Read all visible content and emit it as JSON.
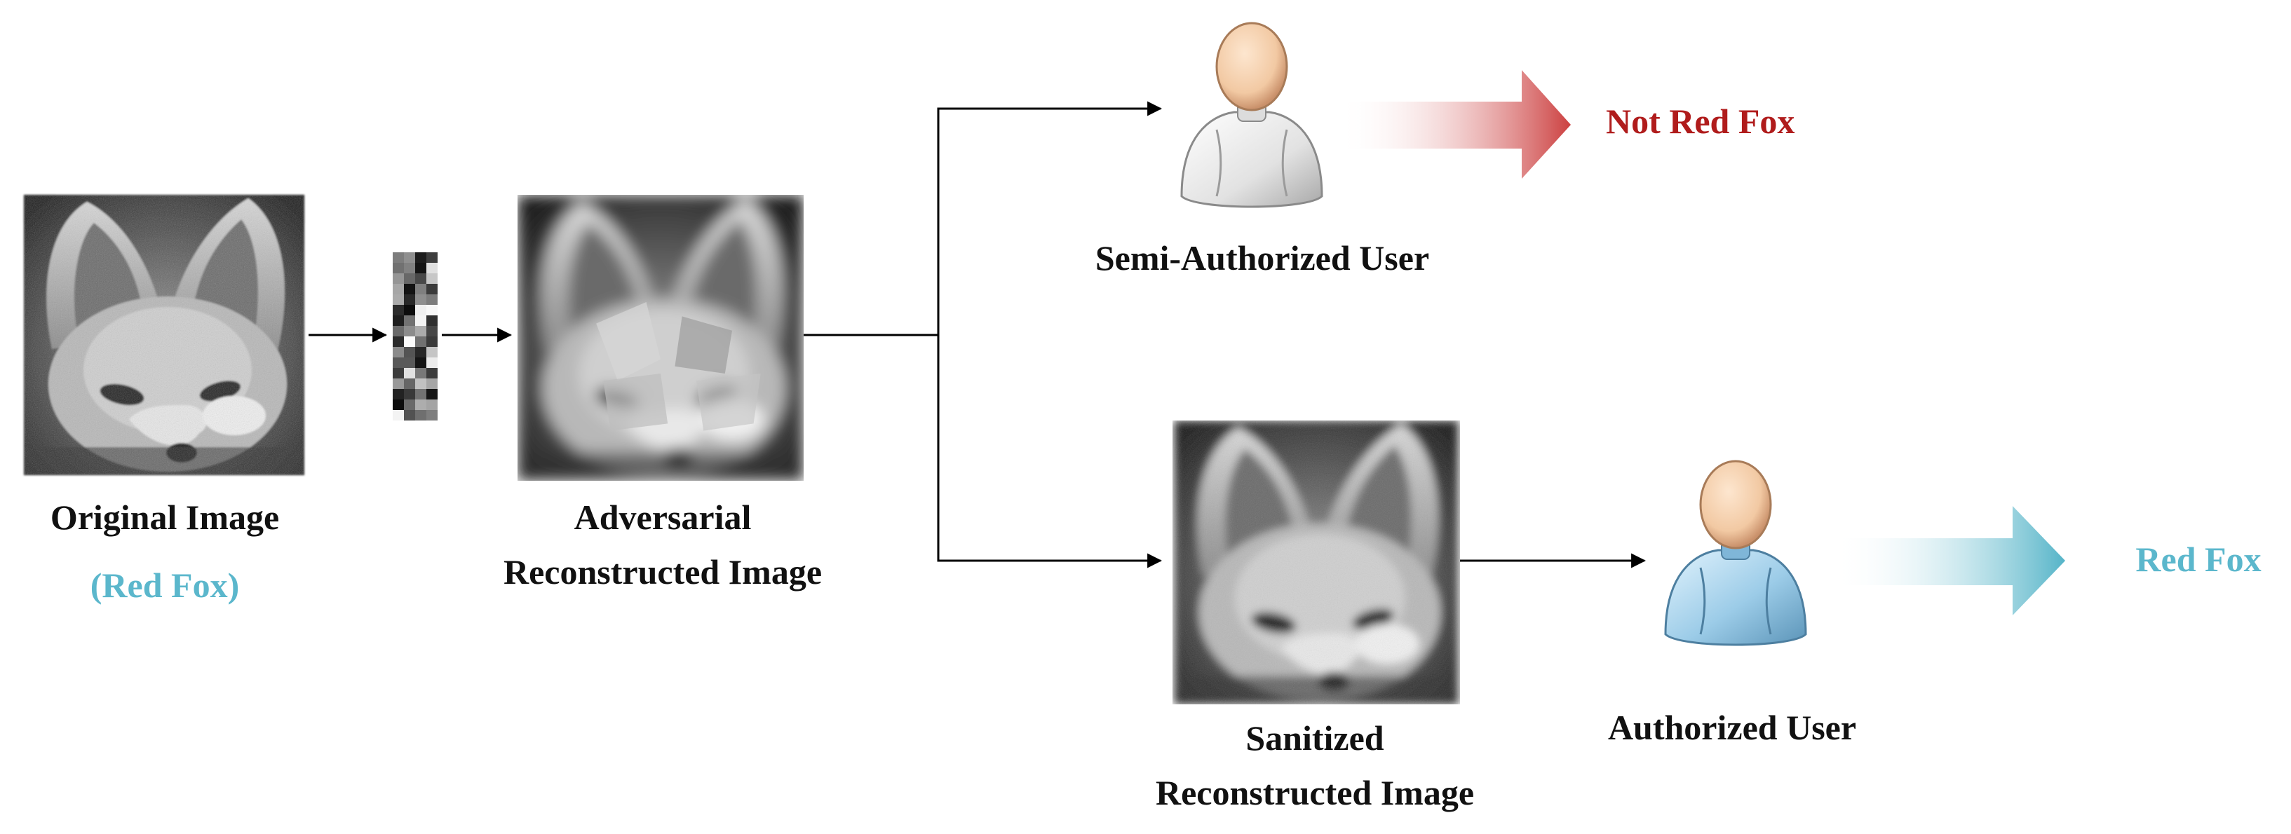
{
  "original": {
    "title": "Original Image",
    "class_label": "(Red Fox)"
  },
  "adversarial": {
    "line1": "Adversarial",
    "line2": "Reconstructed Image"
  },
  "sanitized": {
    "line1": "Sanitized",
    "line2": "Reconstructed Image"
  },
  "semi_user": {
    "label": "Semi-Authorized User",
    "prediction": "Not Red Fox"
  },
  "auth_user": {
    "label": "Authorized User",
    "prediction": "Red Fox"
  },
  "colors": {
    "not_red_fox": "#b01c1c",
    "red_fox": "#5bb7cc",
    "red_arrow": "#cc4040",
    "blue_arrow": "#55b4c8",
    "semi_user_body": "#e6e6e6",
    "auth_user_body": "#9ccce8"
  },
  "icons": [
    "fox-image",
    "latent-code",
    "user-avatar-icon",
    "arrow-right-icon"
  ]
}
